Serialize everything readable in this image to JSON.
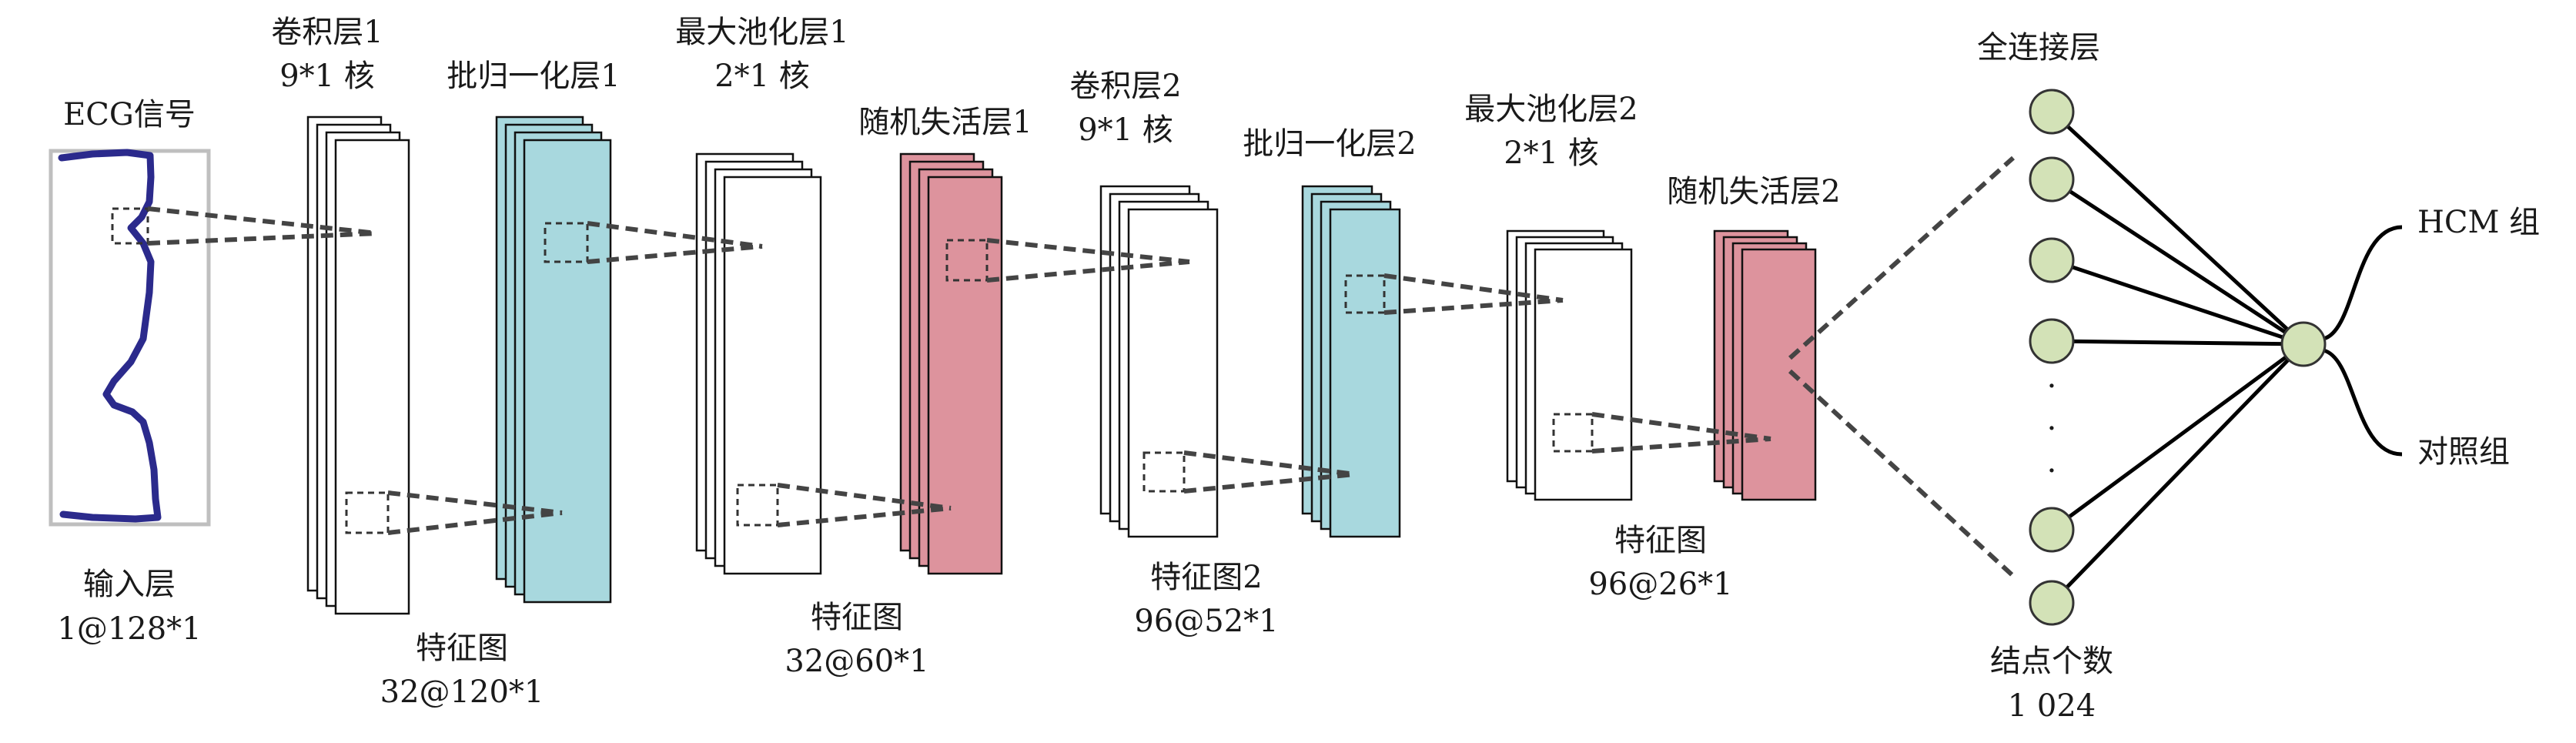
{
  "input": {
    "signal_label": "ECG信号",
    "name": "输入层",
    "shape": "1@128*1"
  },
  "conv1": {
    "name": "卷积层1",
    "kernel": "9*1 核"
  },
  "bn1": {
    "name": "批归一化层1"
  },
  "pool1": {
    "name": "最大池化层1",
    "kernel": "2*1 核"
  },
  "drop1": {
    "name": "随机失活层1"
  },
  "fmap1": {
    "name": "特征图",
    "shape": "32@120*1"
  },
  "fmap2": {
    "name": "特征图",
    "shape": "32@60*1"
  },
  "conv2": {
    "name": "卷积层2",
    "kernel": "9*1 核"
  },
  "bn2": {
    "name": "批归一化层2"
  },
  "pool2": {
    "name": "最大池化层2",
    "kernel": "2*1 核"
  },
  "drop2": {
    "name": "随机失活层2"
  },
  "fmap3": {
    "name": "特征图2",
    "shape": "96@52*1"
  },
  "fmap4": {
    "name": "特征图",
    "shape": "96@26*1"
  },
  "fc": {
    "name": "全连接层",
    "nodes_label": "结点个数",
    "nodes_count": "1 024",
    "ellipsis": "·"
  },
  "outputs": {
    "hcm": "HCM 组",
    "control": "对照组"
  },
  "colors": {
    "cyan": "#a8d8de",
    "pink": "#dd939d",
    "node": "#d3e2b7",
    "frame": "#bfbfbf",
    "signal": "#2b2a8c"
  }
}
